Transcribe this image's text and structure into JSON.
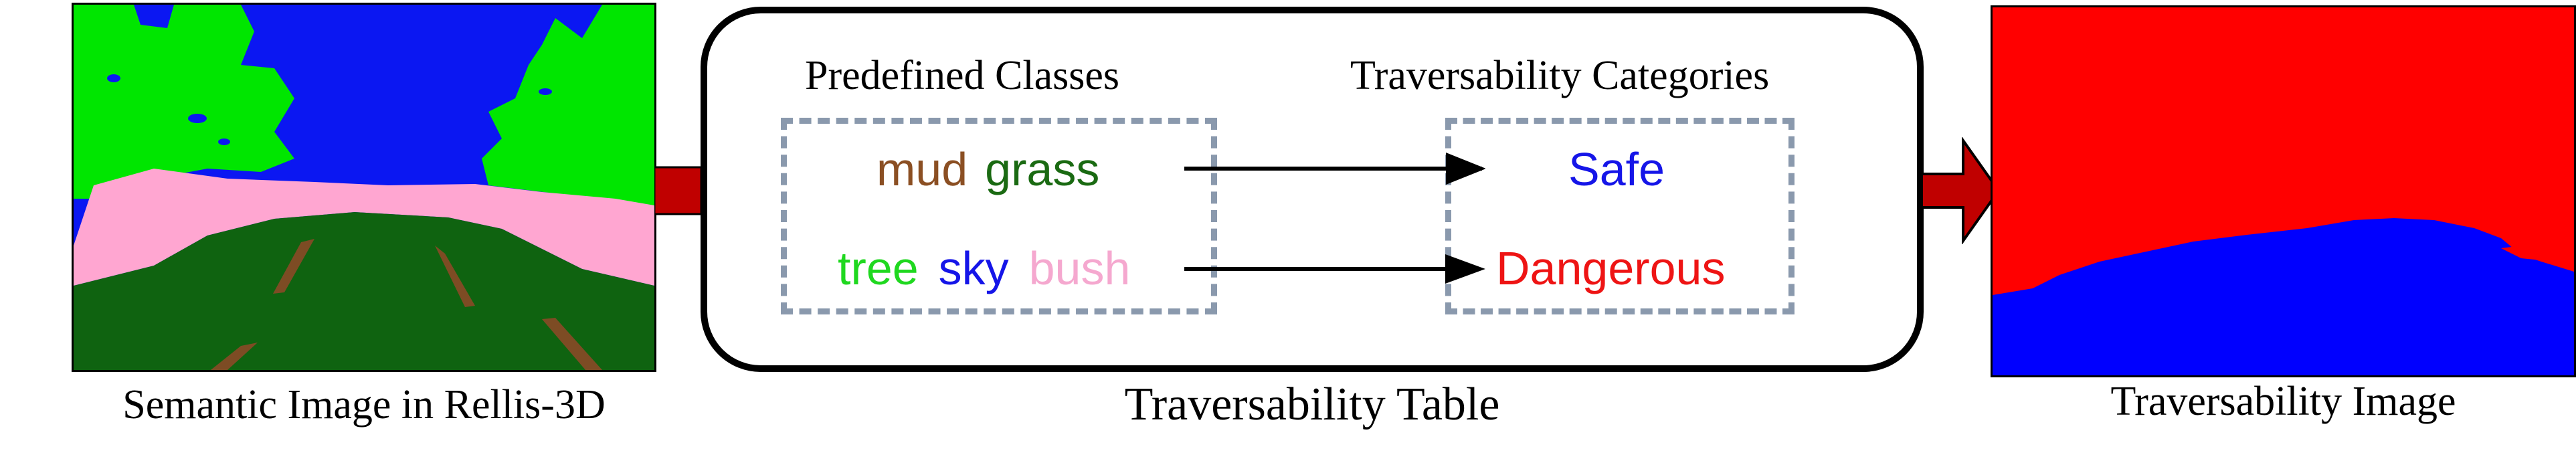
{
  "semantic_panel": {
    "caption": "Semantic Image in Rellis-3D",
    "colors": {
      "sky": "#0b17f2",
      "tree": "#00e600",
      "bush": "#ffa6d1",
      "grass": "#0f6310",
      "mud": "#7d4c24"
    }
  },
  "table": {
    "caption": "Traversability Table",
    "header_left": "Predefined Classes",
    "header_right": "Traversability Categories",
    "row1_classes": [
      {
        "label": "mud",
        "color": "#8b4f23"
      },
      {
        "label": "grass",
        "color": "#1a6a12"
      }
    ],
    "row2_classes": [
      {
        "label": "tree",
        "color": "#1fd81f"
      },
      {
        "label": "sky",
        "color": "#1515e8"
      },
      {
        "label": "bush",
        "color": "#f5a8cf"
      }
    ],
    "category_safe": {
      "label": "Safe",
      "color": "#1515e8"
    },
    "category_dangerous": {
      "label": "Dangerous",
      "color": "#ee1414"
    }
  },
  "traversability_panel": {
    "caption": "Traversability Image",
    "colors": {
      "dangerous": "#ff0000",
      "safe": "#0000ff"
    }
  },
  "arrow_color": "#c00000",
  "dash_color": "#8a99ad"
}
